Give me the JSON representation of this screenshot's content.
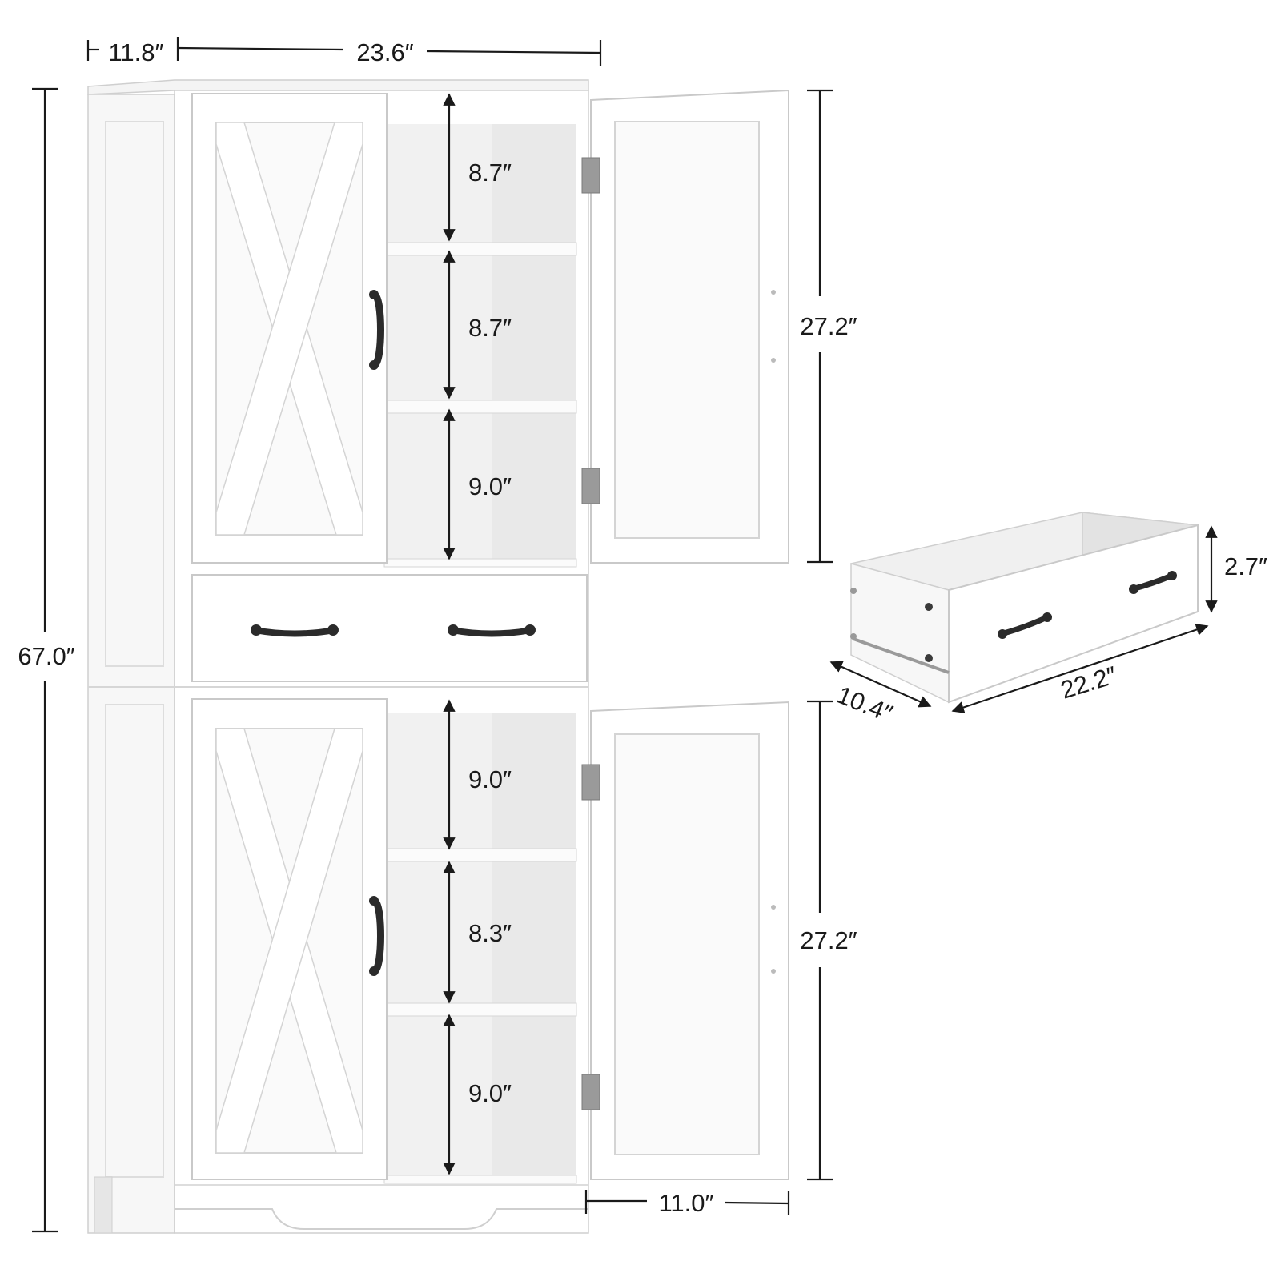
{
  "product": {
    "colors": {
      "panel": "#ffffff",
      "panel_shade": "#eeeeee",
      "interior": "#f2f2f2",
      "outline": "#c8c8c8",
      "handle": "#2b2b2b",
      "dimension_line": "#1a1a1a"
    }
  },
  "dimensions": {
    "depth": "11.8″",
    "width": "23.6″",
    "total_height": "67.0″",
    "upper_shelf_1": "8.7″",
    "upper_shelf_2": "8.7″",
    "upper_shelf_3": "9.0″",
    "upper_cabinet_height": "27.2″",
    "lower_shelf_1": "9.0″",
    "lower_shelf_2": "8.3″",
    "lower_shelf_3": "9.0″",
    "lower_cabinet_height": "27.2″",
    "door_width": "11.0″",
    "drawer_height": "2.7″",
    "drawer_depth": "10.4″",
    "drawer_width": "22.2″"
  }
}
